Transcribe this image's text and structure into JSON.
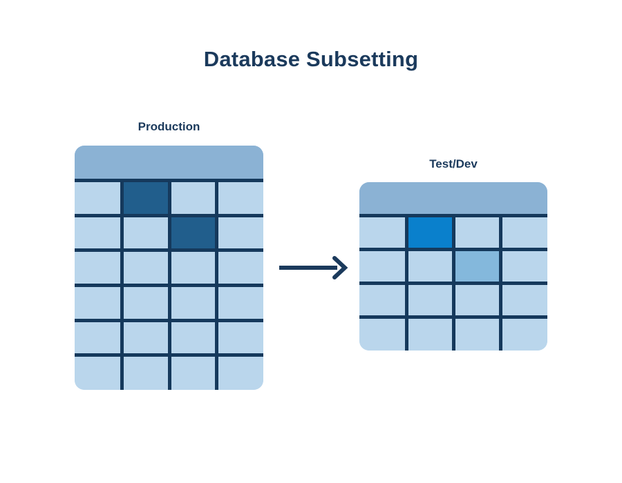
{
  "page": {
    "title": "Database Subsetting",
    "background_color": "#ffffff",
    "title_color": "#1b3a5c"
  },
  "palette": {
    "grid_line": "#15395c",
    "cell_default": "#bad6ec",
    "header_band": "#8bb2d4",
    "highlight_dark": "#215e8c",
    "highlight_bright": "#0a80cc",
    "highlight_muted": "#84b8dc",
    "arrow": "#1b3a5c"
  },
  "diagram": {
    "type": "flow",
    "direction": "left-to-right",
    "arrow": {
      "icon": "arrow-right-icon",
      "from": "production-table",
      "to": "testdev-table"
    },
    "tables": [
      {
        "id": "production-table",
        "label": "Production",
        "rows": 6,
        "columns": 4,
        "has_header_band": true,
        "highlighted_cells": [
          {
            "row": 1,
            "column": 2,
            "color": "#215e8c"
          },
          {
            "row": 2,
            "column": 3,
            "color": "#215e8c"
          }
        ]
      },
      {
        "id": "testdev-table",
        "label": "Test/Dev",
        "rows": 4,
        "columns": 4,
        "has_header_band": true,
        "highlighted_cells": [
          {
            "row": 1,
            "column": 2,
            "color": "#0a80cc"
          },
          {
            "row": 2,
            "column": 3,
            "color": "#84b8dc"
          }
        ]
      }
    ]
  }
}
